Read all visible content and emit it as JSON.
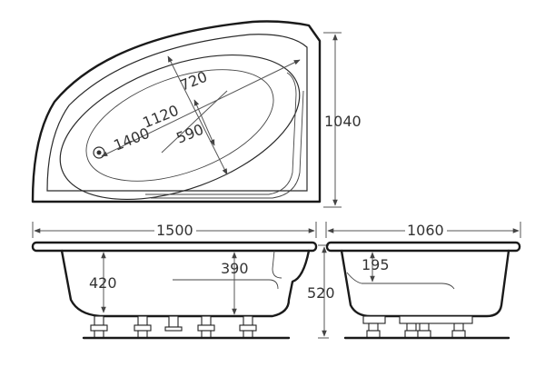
{
  "dimensions": {
    "overall_depth": "1040",
    "top_length": "1400",
    "inner_length": "1120",
    "inner_width": "720",
    "bowl_width": "590",
    "overall_length": "1500",
    "end_width": "1060",
    "front_inner_depth": "420",
    "front_step_depth": "390",
    "overall_height": "520",
    "end_inner_depth": "195"
  }
}
